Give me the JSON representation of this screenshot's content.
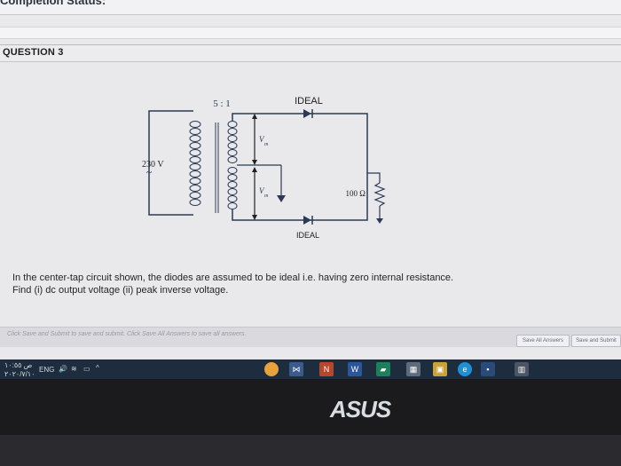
{
  "browser": {
    "status_label": "Completion Status:"
  },
  "question": {
    "title": "QUESTION 3",
    "line1": "In the center-tap circuit shown, the diodes are assumed to be ideal i.e. having zero internal resistance.",
    "line2": "Find (i) dc output voltage (ii) peak inverse voltage."
  },
  "circuit": {
    "ratio": "5 : 1",
    "diode_top": "IDEAL",
    "diode_bottom": "IDEAL",
    "source": "230 V",
    "source_symbol": "~",
    "vm": "V",
    "vm_sub": "m",
    "load": "100 Ω"
  },
  "footer": {
    "hint": "Click Save and Submit to save and submit. Click Save All Answers to save all answers.",
    "save_all": "Save All Answers",
    "save_submit": "Save and Submit"
  },
  "taskbar": {
    "clock_time": "ص ١٠:٥٥",
    "clock_date": "٢٠٢٠/٧/١٠",
    "lang": "ENG"
  },
  "bezel": {
    "logo": "ASUS"
  }
}
